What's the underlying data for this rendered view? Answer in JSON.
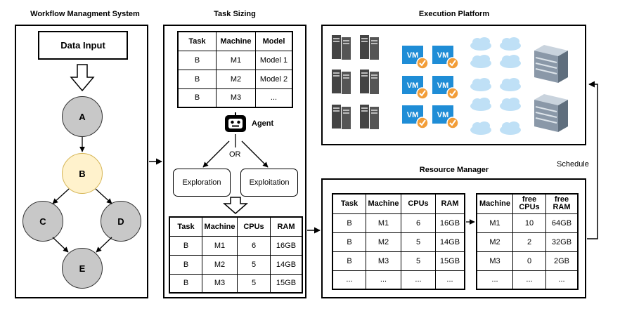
{
  "titles": {
    "wms": "Workflow Managment System",
    "sizing": "Task Sizing",
    "platform": "Execution Platform",
    "rm": "Resource Manager"
  },
  "wms": {
    "data_input": "Data Input",
    "nodes": {
      "a": "A",
      "b": "B",
      "c": "C",
      "d": "D",
      "e": "E"
    }
  },
  "sizing": {
    "model_table": {
      "headers": [
        "Task",
        "Machine",
        "Model"
      ],
      "rows": [
        [
          "B",
          "M1",
          "Model 1"
        ],
        [
          "B",
          "M2",
          "Model 2"
        ],
        [
          "B",
          "M3",
          "..."
        ]
      ]
    },
    "agent": "Agent",
    "or": "OR",
    "exploration": "Exploration",
    "exploitation": "Exploitation",
    "result_table": {
      "headers": [
        "Task",
        "Machine",
        "CPUs",
        "RAM"
      ],
      "rows": [
        [
          "B",
          "M1",
          "6",
          "16GB"
        ],
        [
          "B",
          "M2",
          "5",
          "14GB"
        ],
        [
          "B",
          "M3",
          "5",
          "15GB"
        ]
      ]
    }
  },
  "platform": {
    "vm_label": "VM"
  },
  "rm": {
    "task_table": {
      "headers": [
        "Task",
        "Machine",
        "CPUs",
        "RAM"
      ],
      "rows": [
        [
          "B",
          "M1",
          "6",
          "16GB"
        ],
        [
          "B",
          "M2",
          "5",
          "14GB"
        ],
        [
          "B",
          "M3",
          "5",
          "15GB"
        ],
        [
          "...",
          "...",
          "...",
          "..."
        ]
      ]
    },
    "free_table": {
      "headers": [
        "Machine",
        "free CPUs",
        "free RAM"
      ],
      "rows": [
        [
          "M1",
          "10",
          "64GB"
        ],
        [
          "M2",
          "2",
          "32GB"
        ],
        [
          "M3",
          "0",
          "2GB"
        ],
        [
          "...",
          "...",
          "..."
        ]
      ]
    }
  },
  "schedule": "Schedule",
  "icons": {
    "server": "server-tower-icon",
    "vm": "vm-icon",
    "check": "check-badge-icon",
    "cloud": "cloud-icon",
    "rack": "rack-server-icon",
    "robot": "robot-icon"
  },
  "colors": {
    "node_grey": "#c8c8c8",
    "node_highlight": "#fff2cc",
    "vm_blue": "#1f8dd6",
    "check_orange": "#f29d38",
    "cloud_blue": "#bfe0f6"
  }
}
